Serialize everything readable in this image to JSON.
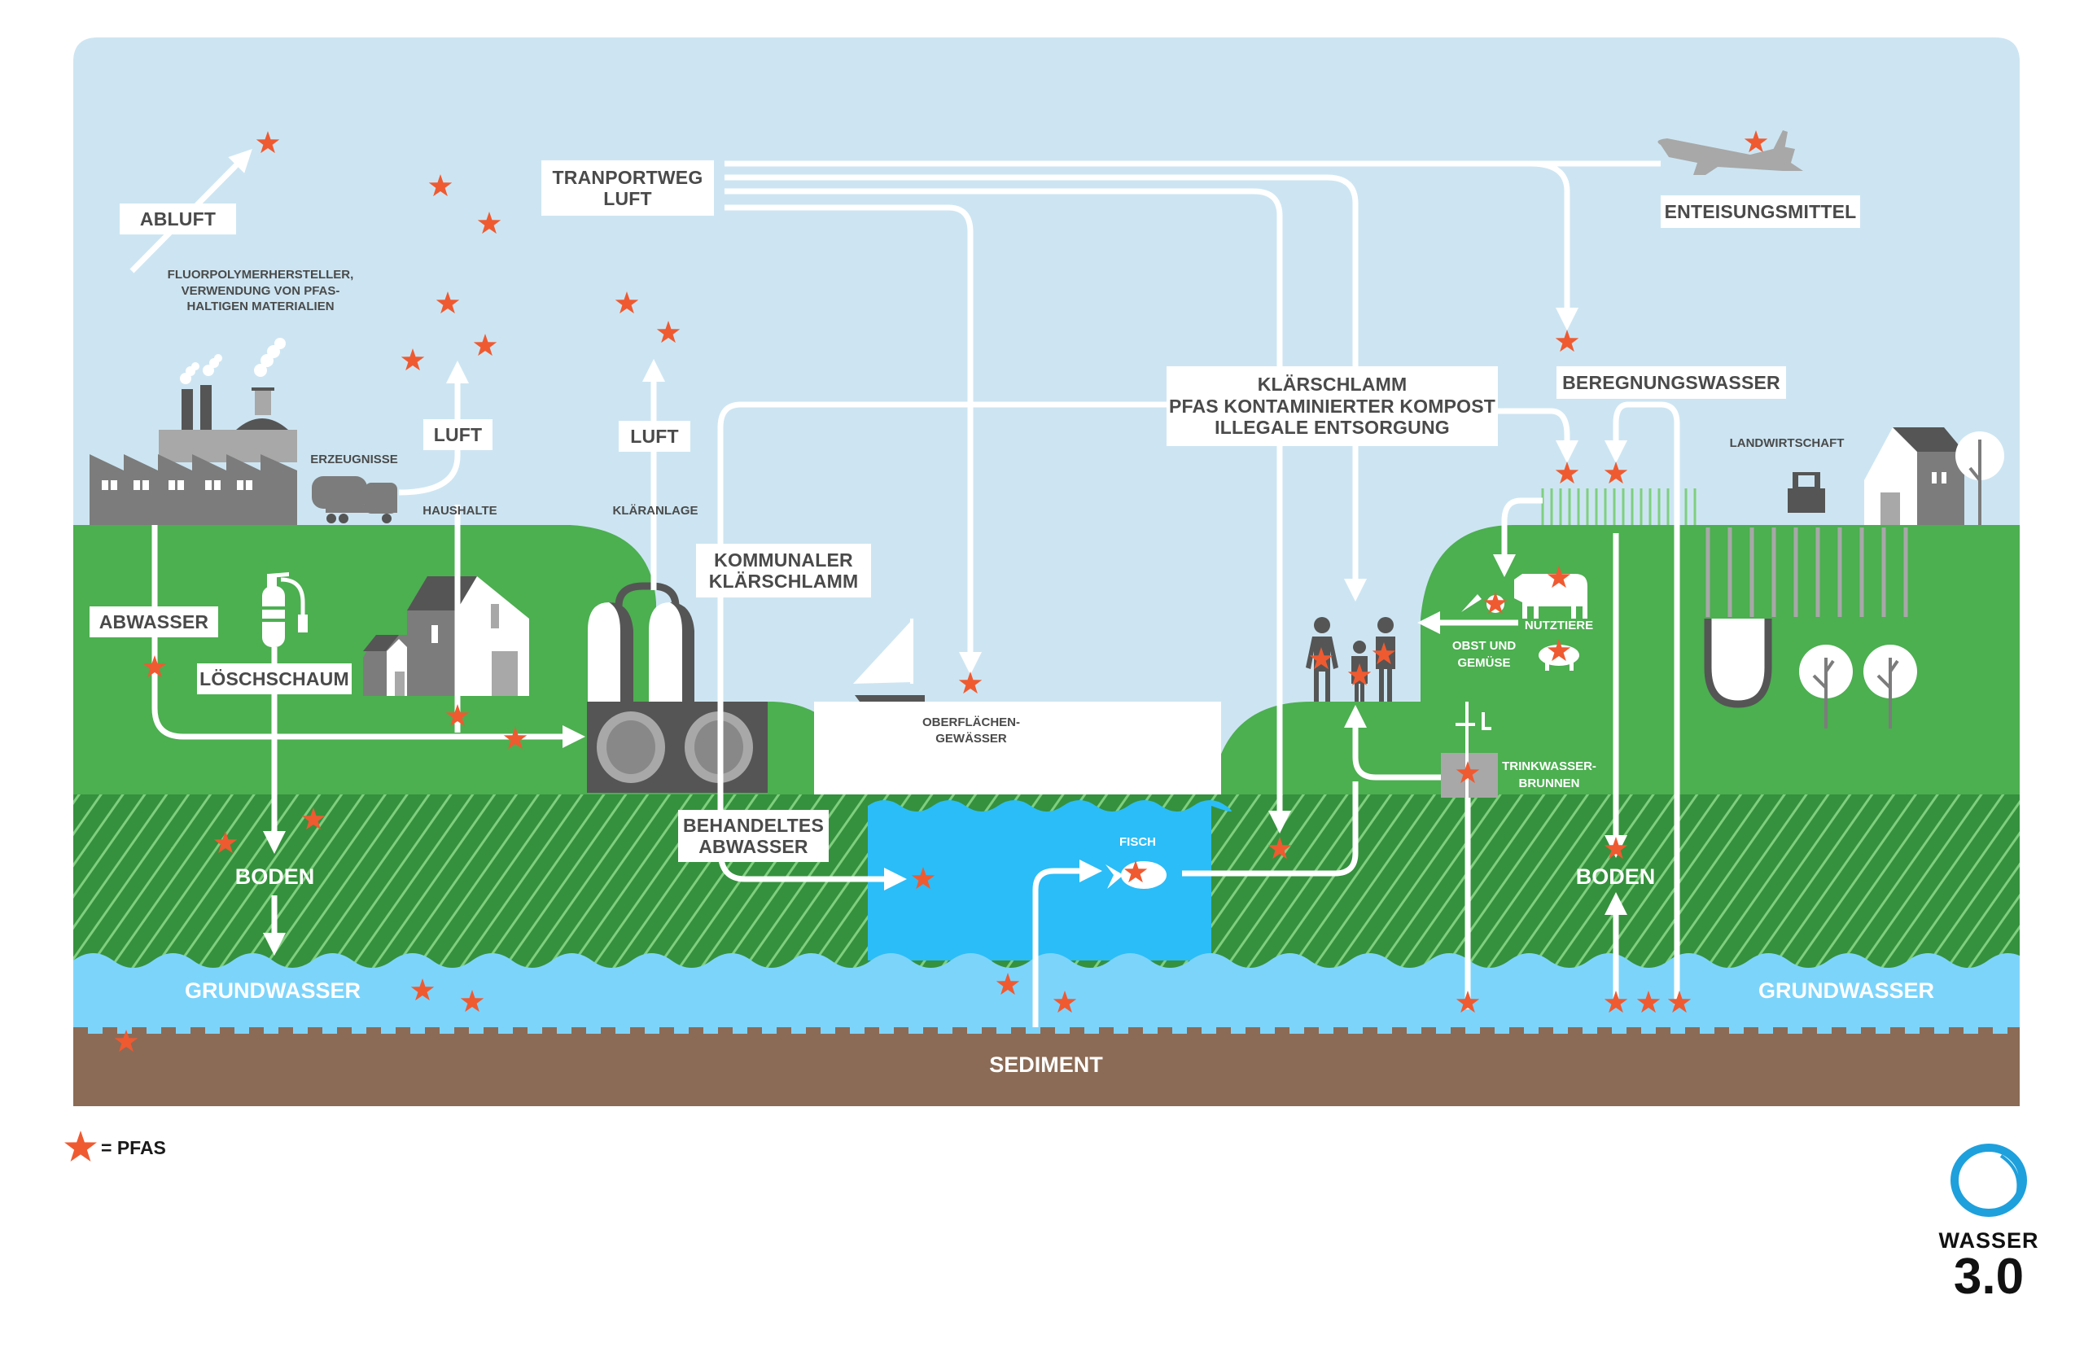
{
  "title": "PFAS Eintragspfade in die Umwelt",
  "colors": {
    "sky": "#cde5f2",
    "grass": "#4caf50",
    "soil": "#35913d",
    "soil_hatch": "#7fcf7f",
    "river": "#2bbdf7",
    "groundwater": "#7dd4fb",
    "sediment": "#8b6b56",
    "pfas_star": "#ef5a31",
    "label_text": "#4a4a4a",
    "building_dark": "#575757",
    "building_mid": "#7c7c7c",
    "building_light": "#a8a8a8",
    "logo_blue": "#1ea0dc"
  },
  "labels": {
    "abluft": "ABLUFT",
    "fluorpolymer": [
      "FLUORPOLYMERHERSTELLER,",
      "VERWENDUNG VON PFAS-",
      "HALTIGEN MATERIALIEN"
    ],
    "transportweg": [
      "TRANPORTWEG",
      "LUFT"
    ],
    "enteisungsmittel": "ENTEISUNGSMITTEL",
    "erzeugnisse": "ERZEUGNISSE",
    "luft_haushalte": "LUFT",
    "haushalte": "HAUSHALTE",
    "luft_klaeranlage": "LUFT",
    "klaeranlage": "KLÄRANLAGE",
    "klaerschlamm_box": [
      "KLÄRSCHLAMM",
      "PFAS KONTAMINIERTER KOMPOST",
      "ILLEGALE ENTSORGUNG"
    ],
    "beregnungswasser": "BEREGNUNGSWASSER",
    "landwirtschaft": "LANDWIRTSCHAFT",
    "abwasser": "ABWASSER",
    "loeschschaum": "LÖSCHSCHAUM",
    "kommunaler_klaerschlamm": [
      "KOMMUNALER",
      "KLÄRSCHLAMM"
    ],
    "oberflaechengewaesser": [
      "OBERFLÄCHEN-",
      "GEWÄSSER"
    ],
    "behandeltes_abwasser": [
      "BEHANDELTES",
      "ABWASSER"
    ],
    "fisch": "FISCH",
    "nutztiere": "NUTZTIERE",
    "obst_gemuese": [
      "OBST UND",
      "GEMÜSE"
    ],
    "trinkwasserbrunnen": [
      "TRINKWASSER-",
      "BRUNNEN"
    ],
    "boden_left": "BODEN",
    "boden_right": "BODEN",
    "grundwasser_left": "GRUNDWASSER",
    "grundwasser_right": "GRUNDWASSER",
    "sediment": "SEDIMENT"
  },
  "legend": {
    "symbol": "pfas-star",
    "text": "= PFAS"
  },
  "logo": {
    "word": "WASSER",
    "number": "3.0"
  },
  "pfas_star_count": 39
}
